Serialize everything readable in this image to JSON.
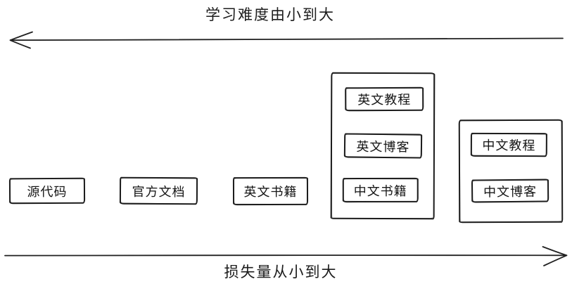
{
  "diagram": {
    "background_color": "#ffffff",
    "stroke_color": "#1c1c1c",
    "top_axis": {
      "label": "学习难度由小到大",
      "direction": "left"
    },
    "bottom_axis": {
      "label": "损失量从小到大",
      "direction": "right"
    },
    "boxes": [
      {
        "label": "源代码"
      },
      {
        "label": "官方文档"
      },
      {
        "label": "英文书籍"
      }
    ],
    "groups": [
      {
        "items": [
          {
            "label": "英文教程"
          },
          {
            "label": "英文博客"
          },
          {
            "label": "中文书籍"
          }
        ]
      },
      {
        "items": [
          {
            "label": "中文教程"
          },
          {
            "label": "中文博客"
          }
        ]
      }
    ]
  }
}
